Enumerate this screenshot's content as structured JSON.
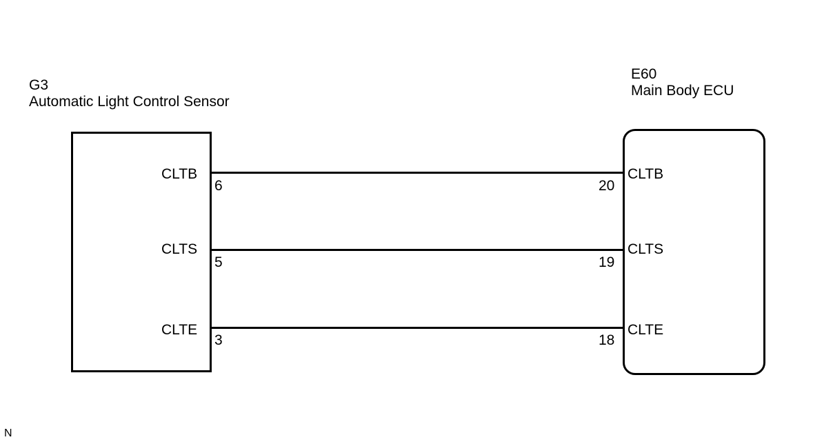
{
  "left_connector": {
    "code": "G3",
    "name": "Automatic Light Control Sensor",
    "pins": [
      {
        "name": "CLTB",
        "number": "6"
      },
      {
        "name": "CLTS",
        "number": "5"
      },
      {
        "name": "CLTE",
        "number": "3"
      }
    ]
  },
  "right_connector": {
    "code": "E60",
    "name": "Main Body ECU",
    "pins": [
      {
        "name": "CLTB",
        "number": "20"
      },
      {
        "name": "CLTS",
        "number": "19"
      },
      {
        "name": "CLTE",
        "number": "18"
      }
    ]
  },
  "footer": {
    "code": "N"
  }
}
